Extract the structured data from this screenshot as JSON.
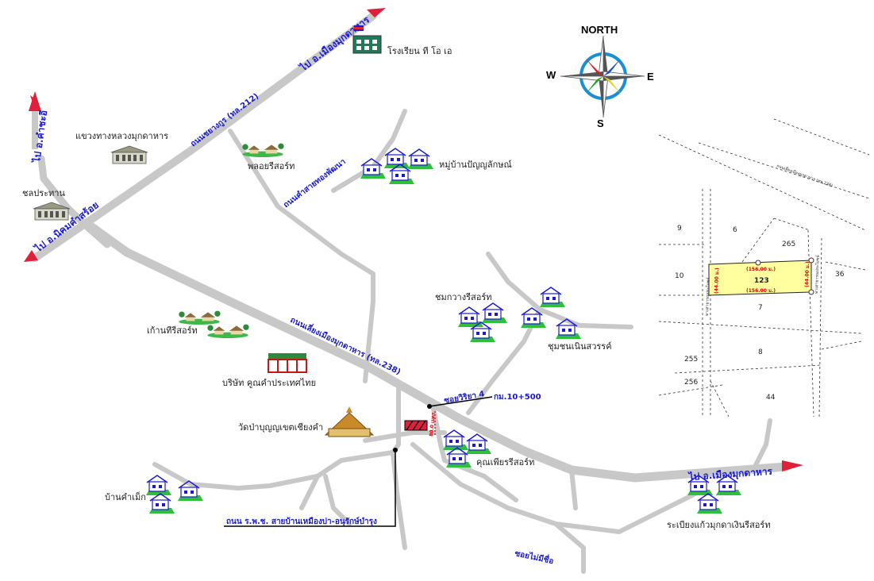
{
  "roads": {
    "hwy212": "ถนนชยางกูร (ทล.212)",
    "hwy212_north_dest": "ไป อ.เมืองมุกดาหาร",
    "hwy212_south_dest": "ไป อ.นิคมคำสร้อย",
    "west_north_dest": "ไป อ.คำชะอี",
    "hwy238": "ถนนเลี่ยงเมืองมุกดาหาร (ทล.238)",
    "hwy238_east_dest": "ไป อ.เมืองมุกดาหาร",
    "nong_khao_road": "ถนนคำสายทองพัฒนา",
    "soi_wiriya": "ซอยวิริยา 4",
    "km_marker": "กม.10+500",
    "distance_marker": "80.0 เมตร",
    "rural_road": "ถนน ร.พ.ช. สายบ้านเหมืองบ่า-อนุรักษ์บำรุง",
    "soi_unnamed": "ซอยไม่มีชื่อ"
  },
  "landmarks": {
    "school": "โรงเรียน ที โอ เอ",
    "highway_office": "แขวงทางหลวงมุกดาหาร",
    "irrigation": "ชลประทาน",
    "phloy_resort": "พลอยรีสอร์ท",
    "banyalak_village": "หมู่บ้านปัญญลักษณ์",
    "chomkwang_resort": "ชมกวางรีสอร์ท",
    "noensawan_community": "ชุมชนเนินสวรรค์",
    "ban_tree_resort": "เก้านทีรีสอร์ท",
    "company": "บริษัท คูณคำประเทศไทย",
    "temple": "วัดป่าบุญญเขตเชียงคำ",
    "khunpiya_resort": "คุณเพียรรีสอร์ท",
    "ban_kham_lek": "บ้านคำเม็ก",
    "rabiangkaew_resort": "ระเบียงแก้วมุกดาเงินรีสอร์ท"
  },
  "compass": {
    "north": "NORTH",
    "south": "S",
    "east": "E",
    "west": "W"
  },
  "plot_inset": {
    "road_label": "ถนนเลี่ยงเมืองมุกดาหาร (ทล.238)",
    "left_road": "ทางสาธารณประโยชน์",
    "right_road": "ทางสาธารณประโยชน์",
    "subject_plot": "123",
    "top_width": "(156.00 ม.)",
    "bottom_width": "(156.00 ม.)",
    "left_depth": "(44.00 ม.)",
    "right_depth": "(44.00 ม.)",
    "neighbors": [
      "9",
      "6",
      "265",
      "10",
      "36",
      "7",
      "8",
      "255",
      "256",
      "44"
    ]
  },
  "colors": {
    "road": "#c8c8c8",
    "label_blue": "#1a1ad6",
    "arrow_red": "#e0203a",
    "plot_fill": "#ffffa0"
  },
  "icons": {
    "house_cluster": "house-icon",
    "building": "government-building-icon",
    "temple": "temple-icon",
    "company": "shop-icon",
    "school": "school-icon",
    "resort": "resort-icon"
  }
}
